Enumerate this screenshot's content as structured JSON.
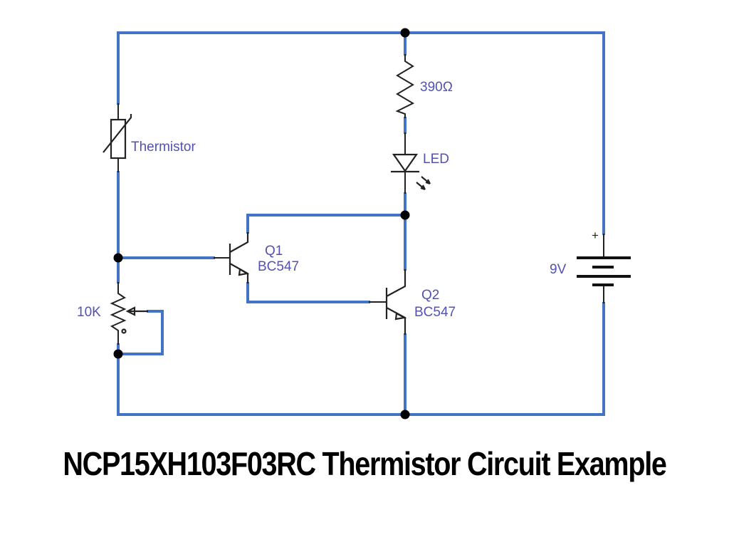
{
  "diagram": {
    "type": "circuit-schematic",
    "wire_color": "#4472c4",
    "label_color": "#5252b0",
    "components": {
      "thermistor": {
        "label": "Thermistor"
      },
      "resistor": {
        "label": "390Ω"
      },
      "led": {
        "label": "LED"
      },
      "q1": {
        "name": "Q1",
        "part": "BC547"
      },
      "q2": {
        "name": "Q2",
        "part": "BC547"
      },
      "potentiometer": {
        "label": "10K"
      },
      "battery": {
        "label": "9V",
        "polarity": "+"
      }
    }
  },
  "caption": "NCP15XH103F03RC Thermistor Circuit Example"
}
